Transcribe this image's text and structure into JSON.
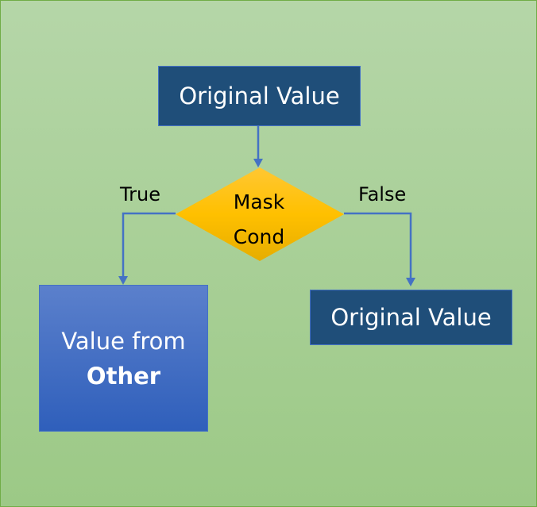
{
  "nodes": {
    "start": "Original Value",
    "condition_line1": "Mask",
    "condition_line2": "Cond",
    "true_result_line1": "Value from",
    "true_result_line2": "Other",
    "false_result": "Original Value"
  },
  "edges": {
    "true_label": "True",
    "false_label": "False"
  },
  "colors": {
    "dark_box": "#1f4e79",
    "blue_box": "#3f6fc6",
    "diamond": "#ffc000",
    "line": "#4472c4",
    "background": "#a8cf94"
  }
}
